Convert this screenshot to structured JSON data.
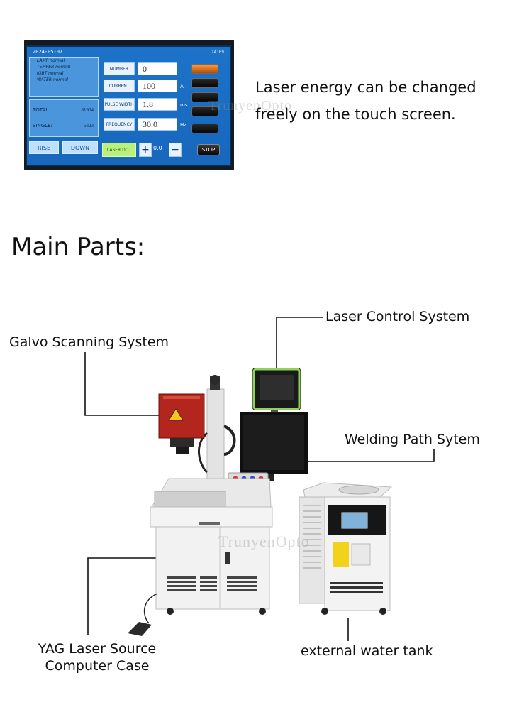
{
  "touch_screen": {
    "date": "2024-05-07",
    "time": "14:09",
    "status_lines": [
      "LAMP normal",
      "TEMPER normal",
      "IGBT normal",
      "WATER normal"
    ],
    "total_label": "TOTAL",
    "total_value": "81904",
    "single_label": "SINGLE:",
    "single_value": "6323",
    "rise_label": "RISE",
    "down_label": "DOWN",
    "params": [
      {
        "label": "NUMBER",
        "value": "0",
        "unit": ""
      },
      {
        "label": "CURRENT",
        "value": "100",
        "unit": "A"
      },
      {
        "label": "PULSE WIDTH",
        "value": "1.8",
        "unit": "ms"
      },
      {
        "label": "FREQUENCY",
        "value": "30.0",
        "unit": "Hz"
      }
    ],
    "laser_dot_label": "LASER DOT",
    "plus_label": "+",
    "minus_label": "−",
    "step_value": "0.0",
    "stop_label": "STOP"
  },
  "caption": {
    "line1": "Laser energy can be changed",
    "line2": "freely on the touch screen."
  },
  "heading": "Main Parts:",
  "parts": {
    "laser_control": "Laser Control System",
    "galvo": "Galvo Scanning System",
    "welding_path": "Welding Path Sytem",
    "yag_line1": "YAG Laser Source",
    "yag_line2": "Computer Case",
    "water_tank": "external water tank"
  },
  "watermark": "TrunyenOpto",
  "colors": {
    "screen_blue": "#1d73c9",
    "laser_head_red": "#c0392b",
    "monitor_frame_green": "#9be36a",
    "cabinet_white": "#f2f2f2"
  }
}
